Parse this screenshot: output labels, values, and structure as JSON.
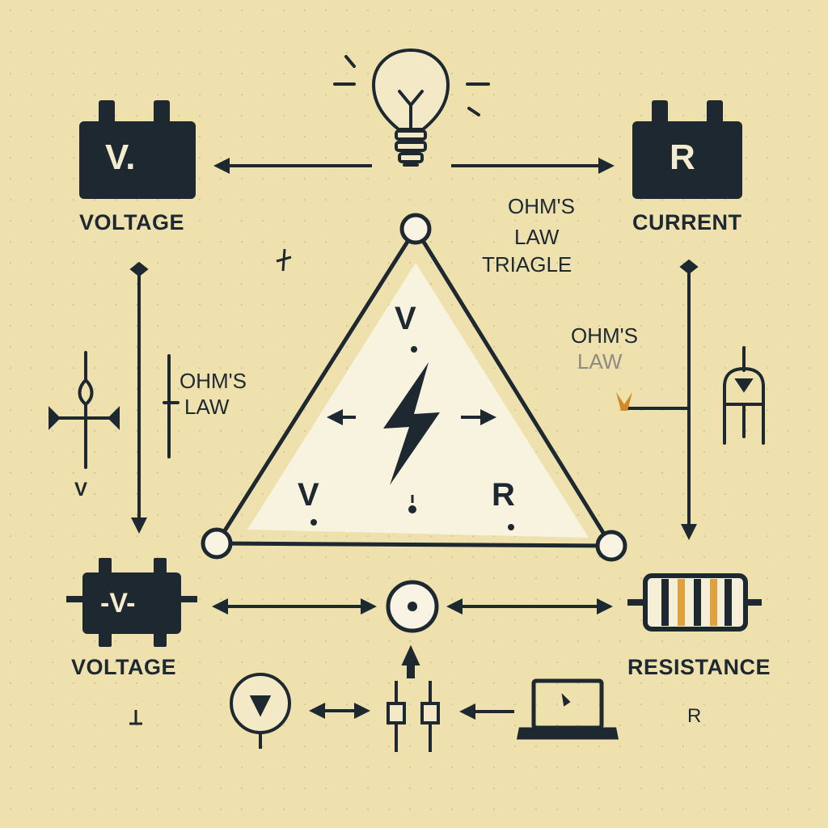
{
  "labels": {
    "voltage_top": "VOLTAGE",
    "current_top": "CURRENT",
    "voltage_bottom": "VOLTAGE",
    "resistance": "RESISTANCE",
    "center_title_line1": "OHM'S",
    "center_title_line2": "LAW",
    "center_title_line3": "TRIAGLE",
    "left_ohms_line1": "OHM'S",
    "left_ohms_line2": "LAW",
    "right_ohms_line1": "OHM'S",
    "right_ohms_line2": "LAW",
    "left_v": "V",
    "bottom_right_r": "R"
  },
  "battery_top_left": {
    "text": "V."
  },
  "battery_top_right": {
    "text": "R"
  },
  "battery_bottom_left": {
    "text": "-V-"
  },
  "triangle": {
    "top": "V",
    "bottom_left": "V",
    "bottom_right": "R"
  },
  "colors": {
    "background": "#efe1ae",
    "ink": "#1d2830",
    "triangle_fill": "#f7f1dd",
    "resistor_band": "#e0a13c"
  },
  "icons": [
    "lightbulb-icon",
    "battery-icon",
    "lightning-bolt-icon",
    "resistor-icon",
    "circle-node-icon",
    "transistor-icon",
    "diode-icon",
    "laptop-icon",
    "magnifier-icon",
    "arrow-icon"
  ]
}
